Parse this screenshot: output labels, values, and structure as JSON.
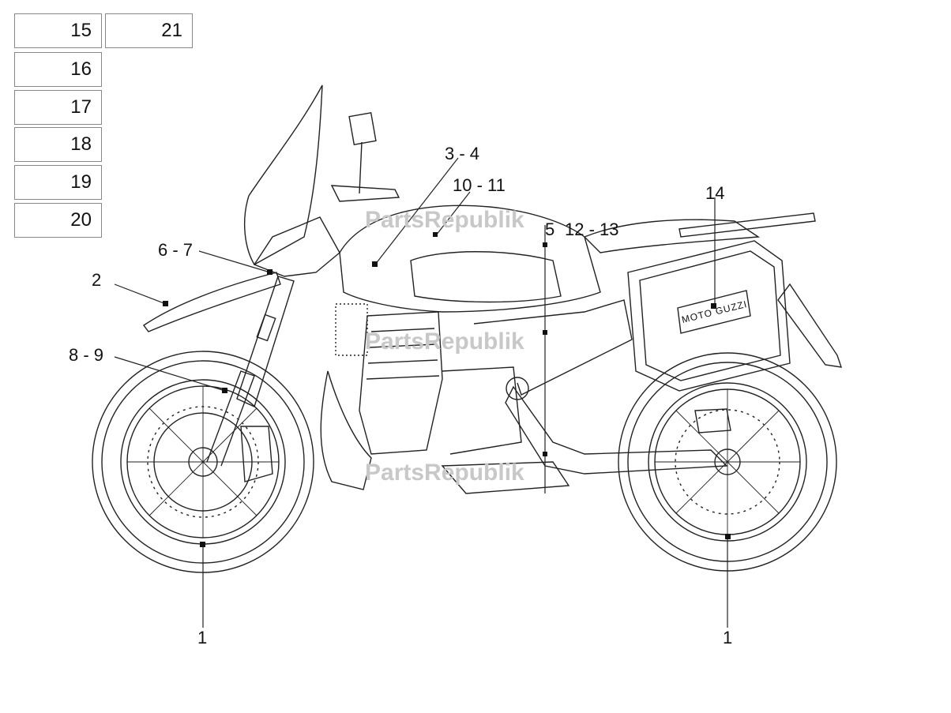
{
  "legend_boxes": [
    "15",
    "21",
    "16",
    "17",
    "18",
    "19",
    "20"
  ],
  "callouts": {
    "c1_front": "1",
    "c1_rear": "1",
    "c2": "2",
    "c3_4": "3 - 4",
    "c5": "5",
    "c6_7": "6 - 7",
    "c8_9": "8 - 9",
    "c10_11": "10 - 11",
    "c12_13": "12 - 13",
    "c14": "14"
  },
  "brand_text": "MOTO GUZZI",
  "watermark": "PartsRepublik",
  "colors": {
    "line": "#222222",
    "watermark": "#c8c8c8"
  }
}
